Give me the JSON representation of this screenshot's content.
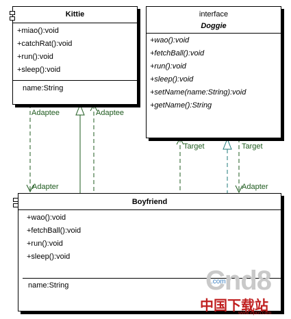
{
  "kittie": {
    "name": "Kittie",
    "methods": [
      "+miao():void",
      "+catchRat():void",
      "+run():void",
      "+sleep():void"
    ],
    "attributes": [
      "name:String"
    ]
  },
  "doggie": {
    "stereotype": "interface",
    "name": "Doggie",
    "methods": [
      "+wao():void",
      "+fetchBall():void",
      "+run():void",
      "+sleep():void",
      "+setName(name:String):void",
      "+getName():String"
    ]
  },
  "boyfriend": {
    "name": "Boyfriend",
    "methods": [
      "+wao():void",
      "+fetchBall():void",
      "+run():void",
      "+sleep():void"
    ],
    "attributes": [
      "name:String"
    ]
  },
  "labels": {
    "adaptee_left": "Adaptee",
    "adaptee_right": "Adaptee",
    "adapter_left": "Adapter",
    "target_left": "Target",
    "target_right": "Target",
    "adapter_right": "Adapter"
  },
  "watermark": {
    "logo": "Cnd8",
    "dotcom": ".com",
    "text": "中国下载站",
    "url": "www.vipcn.com"
  },
  "colors": {
    "line": "#1e5a1e",
    "lineCyan": "#1e7a7a",
    "wmRed": "#c02020",
    "wmGray": "#aaaaaa"
  }
}
